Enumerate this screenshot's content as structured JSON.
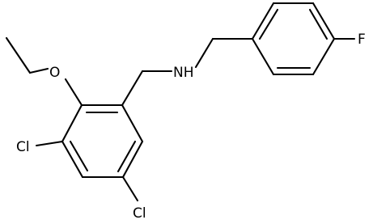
{
  "molecule": {
    "labels": {
      "cl_upper": "Cl",
      "cl_lower": "Cl",
      "oxygen": "O",
      "nitrogen_h": "NH",
      "fluorine": "F"
    },
    "bond_color": "#000000",
    "background": "#ffffff"
  }
}
